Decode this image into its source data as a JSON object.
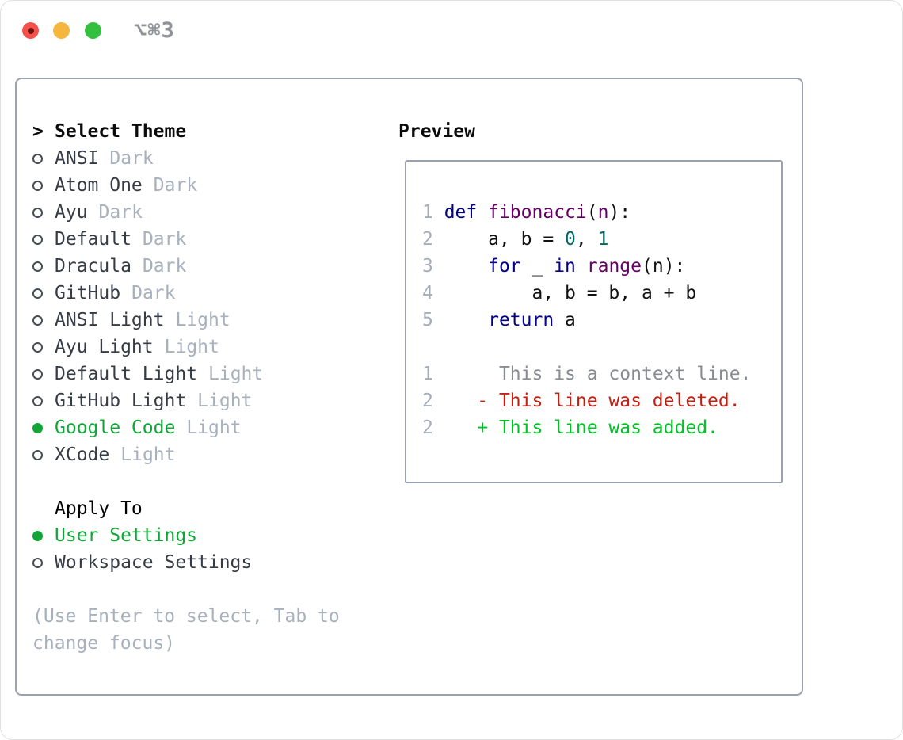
{
  "window": {
    "shortcut_label": "⌥⌘3",
    "traffic_lights": {
      "close_color": "#f4504c",
      "close_dot_color": "#75120c",
      "minimize_color": "#f5b63d",
      "zoom_color": "#33c03f"
    }
  },
  "theme_panel": {
    "header": {
      "prompt": ">",
      "title": "Select Theme"
    },
    "themes": [
      {
        "name": "ANSI",
        "variant": "Dark",
        "selected": false
      },
      {
        "name": "Atom One",
        "variant": "Dark",
        "selected": false
      },
      {
        "name": "Ayu",
        "variant": "Dark",
        "selected": false
      },
      {
        "name": "Default",
        "variant": "Dark",
        "selected": false
      },
      {
        "name": "Dracula",
        "variant": "Dark",
        "selected": false
      },
      {
        "name": "GitHub",
        "variant": "Dark",
        "selected": false
      },
      {
        "name": "ANSI Light",
        "variant": "Light",
        "selected": false
      },
      {
        "name": "Ayu Light",
        "variant": "Light",
        "selected": false
      },
      {
        "name": "Default Light",
        "variant": "Light",
        "selected": false
      },
      {
        "name": "GitHub Light",
        "variant": "Light",
        "selected": false
      },
      {
        "name": "Google Code",
        "variant": "Light",
        "selected": true
      },
      {
        "name": "XCode",
        "variant": "Light",
        "selected": false
      }
    ],
    "apply_to": {
      "title": "Apply To",
      "options": [
        {
          "name": "User Settings",
          "selected": true
        },
        {
          "name": "Workspace Settings",
          "selected": false
        }
      ]
    },
    "help_text": "(Use Enter to select, Tab to change focus)"
  },
  "preview": {
    "title": "Preview",
    "lines": [
      {
        "tokens": [
          {
            "t": "1 ",
            "c": "ln"
          },
          {
            "t": "def",
            "c": "kw"
          },
          {
            "t": " ",
            "c": "pl"
          },
          {
            "t": "fibonacci",
            "c": "fn"
          },
          {
            "t": "(",
            "c": "pl"
          },
          {
            "t": "n",
            "c": "fn"
          },
          {
            "t": "):",
            "c": "pl"
          }
        ]
      },
      {
        "tokens": [
          {
            "t": "2 ",
            "c": "ln"
          },
          {
            "t": "    a, b = ",
            "c": "pl"
          },
          {
            "t": "0",
            "c": "num"
          },
          {
            "t": ", ",
            "c": "pl"
          },
          {
            "t": "1",
            "c": "num"
          }
        ]
      },
      {
        "tokens": [
          {
            "t": "3 ",
            "c": "ln"
          },
          {
            "t": "    ",
            "c": "pl"
          },
          {
            "t": "for",
            "c": "kw"
          },
          {
            "t": " _ ",
            "c": "pl"
          },
          {
            "t": "in",
            "c": "kw"
          },
          {
            "t": " ",
            "c": "pl"
          },
          {
            "t": "range",
            "c": "fn"
          },
          {
            "t": "(n):",
            "c": "pl"
          }
        ]
      },
      {
        "tokens": [
          {
            "t": "4 ",
            "c": "ln"
          },
          {
            "t": "        a, b = b, a + b",
            "c": "pl"
          }
        ]
      },
      {
        "tokens": [
          {
            "t": "5 ",
            "c": "ln"
          },
          {
            "t": "    ",
            "c": "pl"
          },
          {
            "t": "return",
            "c": "kw"
          },
          {
            "t": " a",
            "c": "pl"
          }
        ]
      },
      {
        "blank": true
      },
      {
        "tokens": [
          {
            "t": "1",
            "c": "ln"
          },
          {
            "t": "      ",
            "c": "pl"
          },
          {
            "t": "This is a context line.",
            "c": "ctx"
          }
        ]
      },
      {
        "tokens": [
          {
            "t": "2",
            "c": "ln"
          },
          {
            "t": "    ",
            "c": "pl"
          },
          {
            "t": "- This line was deleted.",
            "c": "del"
          }
        ]
      },
      {
        "tokens": [
          {
            "t": "2",
            "c": "ln"
          },
          {
            "t": "    ",
            "c": "pl"
          },
          {
            "t": "+ This line was added.",
            "c": "add"
          }
        ]
      }
    ]
  },
  "colors": {
    "accent_green": "#10a637",
    "theme_name": "#363c45",
    "variant_gray": "#a7b1bd",
    "help_gray": "#a7b1bd",
    "radio_outline": "#474d55",
    "border_gray": "#99a2ae",
    "shortcut_gray": "#8f9297",
    "token": {
      "kw": "#000088",
      "fn": "#660066",
      "num": "#006666",
      "pl": "#111111",
      "ln": "#a4aebb",
      "ctx": "#888c92",
      "del": "#c41f10",
      "add": "#00c125"
    }
  }
}
